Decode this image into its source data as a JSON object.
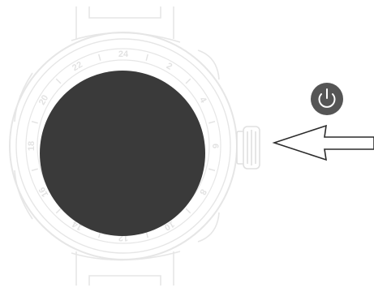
{
  "colors": {
    "background": "#ffffff",
    "outline": "#e6e6e6",
    "display": "#3a3a3a",
    "power_badge": "#555555",
    "arrow_stroke": "#2b2b2b"
  },
  "icons": {
    "power_badge": "power-icon",
    "arrow": "arrow-left-icon"
  },
  "bezel_numbers": [
    "24",
    "2",
    "4",
    "6",
    "8",
    "10",
    "12",
    "14",
    "16",
    "18",
    "20",
    "22"
  ]
}
